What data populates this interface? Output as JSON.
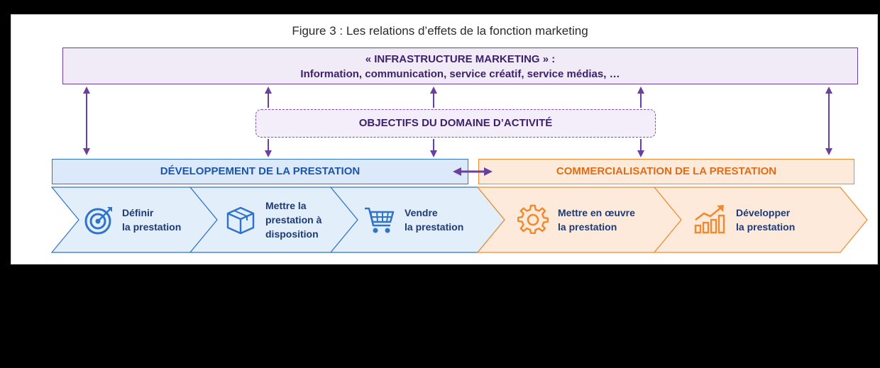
{
  "figure_title": "Figure 3 : Les relations d’effets de la fonction marketing",
  "infrastructure": {
    "line1": "« INFRASTRUCTURE MARKETING » :",
    "line2": "Information, communication, service créatif, service médias, …"
  },
  "objectives": "OBJECTIFS DU DOMAINE D’ACTIVITÉ",
  "development_bar": "DÉVELOPPEMENT DE LA PRESTATION",
  "commercial_bar": "COMMERCIALISATION DE LA PRESTATION",
  "steps": [
    {
      "line1": "Définir",
      "line2": "la prestation",
      "line3": "",
      "icon": "target-icon"
    },
    {
      "line1": "Mettre la",
      "line2": "prestation à",
      "line3": "disposition",
      "icon": "box-icon"
    },
    {
      "line1": "Vendre",
      "line2": "la prestation",
      "line3": "",
      "icon": "cart-icon"
    },
    {
      "line1": "Mettre en œuvre",
      "line2": "la prestation",
      "line3": "",
      "icon": "gear-icon"
    },
    {
      "line1": "Développer",
      "line2": "la prestation",
      "line3": "",
      "icon": "growth-chart-icon"
    }
  ],
  "colors": {
    "purple": "#6b3fa0",
    "blue": "#2f74c8",
    "orange": "#f08a2e",
    "navy": "#1e3a74"
  }
}
